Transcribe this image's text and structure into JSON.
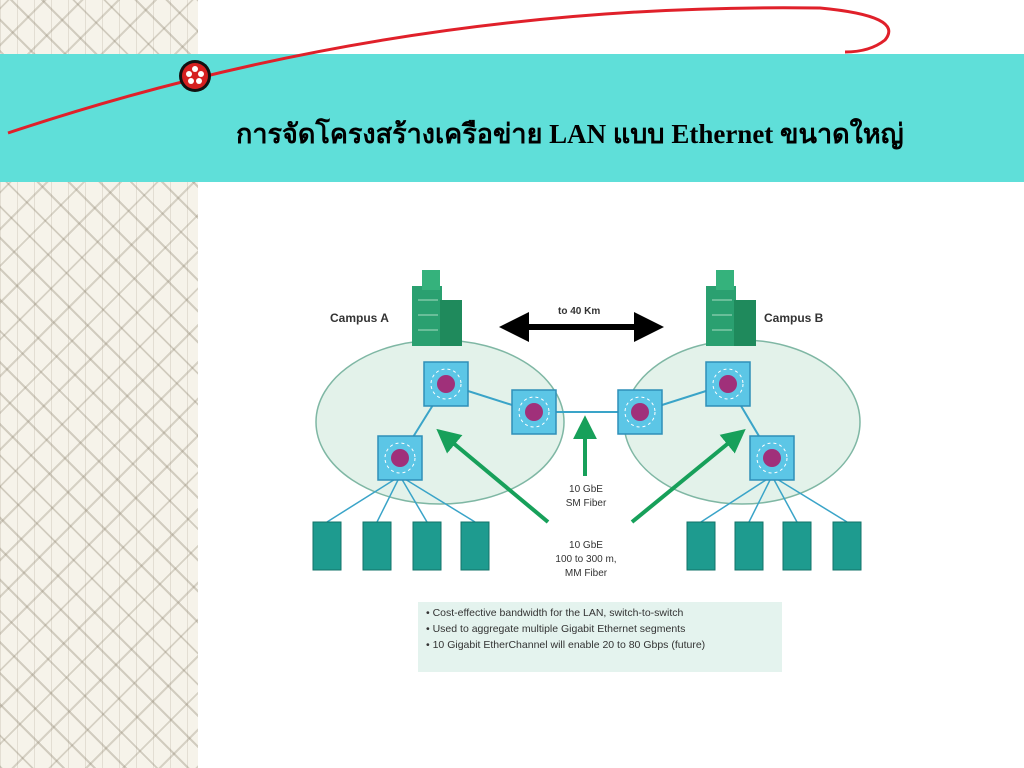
{
  "slide": {
    "title": "การจัดโครงสร้างเครือข่าย LAN แบบ Ethernet ขนาดใหญ่"
  },
  "diagram": {
    "campus_a": "Campus A",
    "campus_b": "Campus B",
    "distance": "to 40 Km",
    "labels": {
      "sm_fiber_line1": "10 GbE",
      "sm_fiber_line2": "SM Fiber",
      "mm_fiber_line1": "10 GbE",
      "mm_fiber_line2": "100 to 300 m,",
      "mm_fiber_line3": "MM Fiber"
    },
    "bullets": [
      "Cost-effective bandwidth for the LAN, switch-to-switch",
      "Used to aggregate multiple Gigabit Ethernet segments",
      "10 Gigabit EtherChannel will enable 20 to 80 Gbps (future)"
    ]
  },
  "colors": {
    "title_band": "#5fdfd9",
    "campus_ellipse": "#e3f2ea",
    "switch_blue": "#5cc6e6",
    "switch_core": "#a0307a",
    "server_teal": "#1e9b8f",
    "building_green": "#2aa070",
    "arrow_green": "#17a05a"
  },
  "icons": [
    "orbit-logo-icon",
    "building-icon",
    "switch-icon",
    "server-icon",
    "double-arrow-icon"
  ]
}
